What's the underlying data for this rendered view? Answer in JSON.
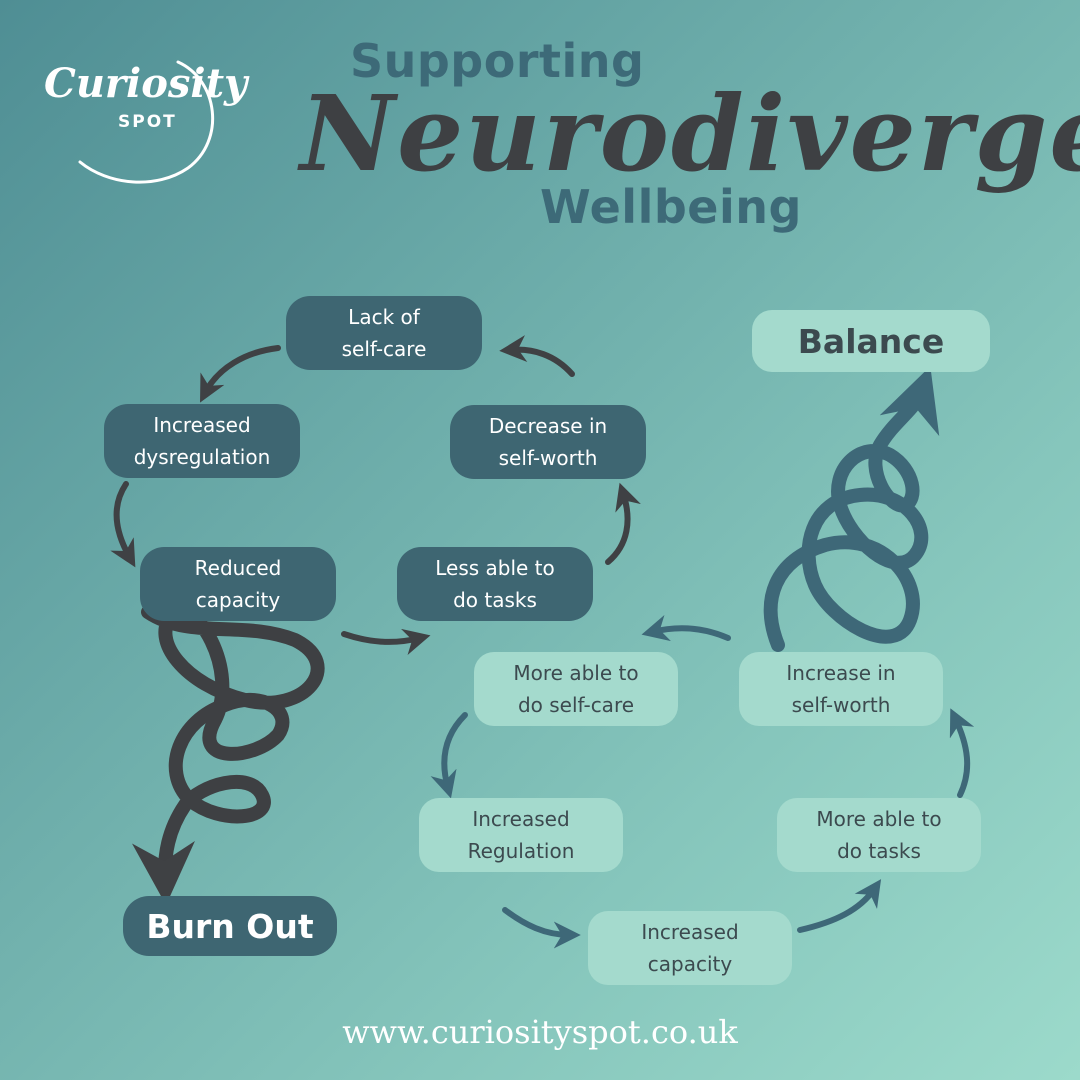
{
  "logo": {
    "word": "Curiosity",
    "sub": "SPOT"
  },
  "title": {
    "top": "Supporting",
    "main": "Neurodivergent",
    "bottom": "Wellbeing"
  },
  "burnout_cycle": {
    "end_label": "Burn Out",
    "nodes": [
      {
        "label": "Lack of\nself-care"
      },
      {
        "label": "Increased\ndysregulation"
      },
      {
        "label": "Reduced\ncapacity"
      },
      {
        "label": "Less able to\ndo tasks"
      },
      {
        "label": "Decrease in\nself-worth"
      }
    ]
  },
  "balance_cycle": {
    "end_label": "Balance",
    "nodes": [
      {
        "label": "More able to\ndo self-care"
      },
      {
        "label": "Increased\nRegulation"
      },
      {
        "label": "Increased\ncapacity"
      },
      {
        "label": "More able to\ndo tasks"
      },
      {
        "label": "Increase in\nself-worth"
      }
    ]
  },
  "website": "www.curiosityspot.co.uk",
  "colors": {
    "dark_box": "#3e6672",
    "light_box": "#a4dacd",
    "dark_arrow": "#3f4144",
    "teal_arrow": "#3e6878",
    "title_teal": "#3d6a78",
    "title_dark": "#3e4043"
  }
}
